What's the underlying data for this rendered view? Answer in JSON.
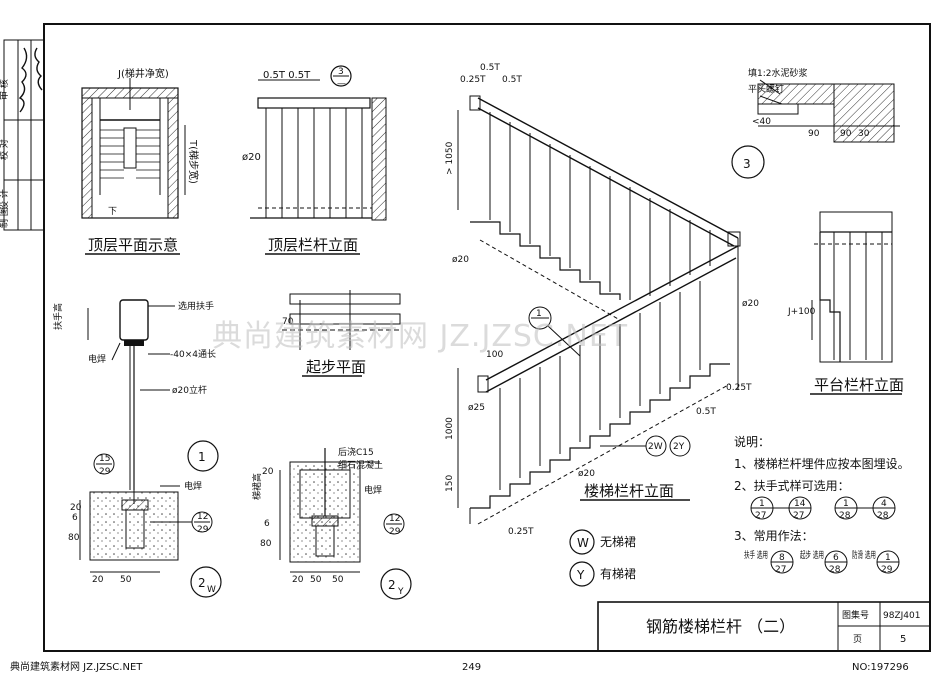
{
  "sheet": {
    "title": "钢筋楼梯栏杆 （二）",
    "atlas_label": "图集号",
    "atlas_number": "98ZJ401",
    "page_label": "页",
    "page_number": "5",
    "signature_left": "校 对",
    "signature_left_2": "设 计",
    "signature_left_3": "制 图",
    "side_roles": [
      "审 核",
      "校 对",
      "设 计",
      "制 图"
    ]
  },
  "views": {
    "top_plan_title": "顶层平面示意",
    "top_plan_label_j": "J(梯井净宽)",
    "top_plan_label_t": "T(梯步宽)",
    "top_plan_down": "下",
    "top_railing_title": "顶层栏杆立面",
    "top_railing_dim": "0.5T 0.5T",
    "top_railing_bar": "ø20",
    "start_plan_title": "起步平面",
    "start_plan_dim": "70",
    "stair_elev_title": "楼梯栏杆立面",
    "platform_title": "平台栏杆立面",
    "platform_dim": "J+100"
  },
  "section1": {
    "handrail": "选用扶手",
    "handrail_height": "扶手高",
    "plate": "-40×4通长",
    "weld": "电焊",
    "post": "ø20立杆",
    "ref_top": "15",
    "ref_bot": "29",
    "marker": "1"
  },
  "section2w": {
    "weld": "电焊",
    "ref_top": "12",
    "ref_bot": "29",
    "dims": [
      "20",
      "6",
      "80",
      "20",
      "50"
    ],
    "marker": "2",
    "marker_sub": "W"
  },
  "section2y": {
    "post_cast": "后浇C15",
    "concrete": "细石混凝土",
    "weld": "电焊",
    "ref_top": "12",
    "ref_bot": "29",
    "edge": "梯裙高",
    "dims": [
      "20",
      "6",
      "80",
      "20",
      "50",
      "50"
    ],
    "marker": "2",
    "marker_sub": "Y"
  },
  "section3": {
    "mortar": "填1:2水泥砂浆",
    "screw": "平头螺钉",
    "dims": [
      "<40",
      "90",
      "90",
      "30"
    ],
    "marker": "3"
  },
  "stair_dims": {
    "top_05t": "0.5T",
    "top_025t": "0.25T",
    "top_05t_b": "0.5T",
    "h1050": "> 1050",
    "bar_left": "ø20",
    "bar_right": "ø20",
    "d100": "100",
    "d25": "ø25",
    "h1000": "1000",
    "h150": "150",
    "bot_025t": "0.25T",
    "mid_025t": "0.25T",
    "mid_05t": "0.5T",
    "bar_bottom": "ø20"
  },
  "legend": {
    "w_mark": "W",
    "w_text": "无梯裙",
    "y_mark": "Y",
    "y_text": "有梯裙",
    "call_2w": "2W",
    "call_2y": "2Y",
    "call_1": "1"
  },
  "notes": {
    "heading": "说明：",
    "item1": "1、楼梯栏杆埋件应按本图埋设。",
    "item2": "2、扶手式样可选用：",
    "refs": [
      [
        "1",
        "27"
      ],
      [
        "14",
        "27"
      ],
      [
        "1",
        "28"
      ],
      [
        "4",
        "28"
      ]
    ],
    "item3": "3、常用作法：",
    "usage": [
      {
        "label": "扶手\n选用",
        "top": "8",
        "bot": "27"
      },
      {
        "label": "起步\n选用",
        "top": "6",
        "bot": "28"
      },
      {
        "label": "防滑\n选用",
        "top": "1",
        "bot": "29"
      }
    ],
    "usage_labels": [
      "扶手 选用",
      "起步 选用",
      "防滑 选用"
    ]
  },
  "footer": {
    "site": "典尚建筑素材网 JZ.JZSC.NET",
    "page": "249",
    "number": "NO:197296"
  },
  "watermark": "典尚建筑素材网 JZ.JZSC.NET"
}
